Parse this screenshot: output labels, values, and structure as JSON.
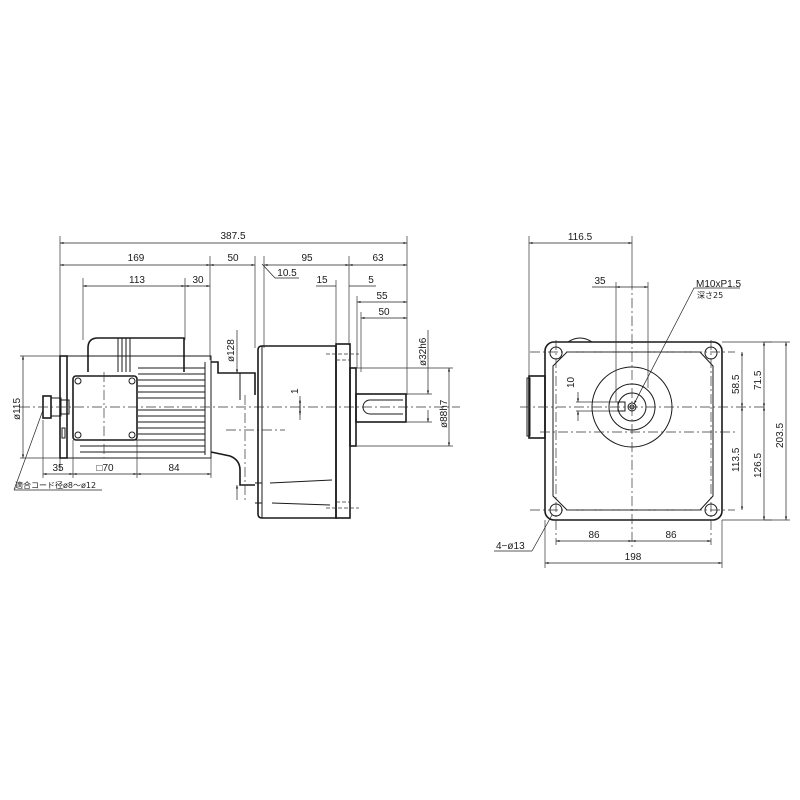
{
  "drawing": {
    "title": "Gear motor outline dimension drawing",
    "line_color": "#1a1a1a",
    "background": "#ffffff"
  },
  "side_view": {
    "dims": {
      "overall_length": "387.5",
      "motor_length": "169",
      "flange_gap": "50",
      "gearbox_length": "95",
      "shaft_length": "63",
      "terminal_box_offset": "113",
      "terminal_box_to_flange": "30",
      "flange_thickness": "10.5",
      "gear_flange": "15",
      "shaft_shoulder": "5",
      "shaft_length_55": "55",
      "key_length": "50",
      "motor_flange_dia": "ø128",
      "shaft_dia": "ø32h6",
      "pilot_dia": "ø88h7",
      "motor_dia": "ø115",
      "cable_gland_offset": "35",
      "terminal_box_size": "□70",
      "terminal_to_flange": "84",
      "center_offset": "1"
    },
    "cable_note": "適合コード径ø8～ø12"
  },
  "front_view": {
    "dims": {
      "shaft_center_from_side": "116.5",
      "key_offset": "35",
      "tap_spec": "M10xP1.5",
      "tap_depth": "深さ25",
      "key_height": "10",
      "top_to_center_58": "58.5",
      "top_to_center_71": "71.5",
      "total_height": "203.5",
      "center_to_bottom_hole": "113.5",
      "center_to_base": "126.5",
      "hole_pitch_left": "86",
      "hole_pitch_right": "86",
      "total_width": "198",
      "mount_holes": "4−ø13"
    }
  }
}
